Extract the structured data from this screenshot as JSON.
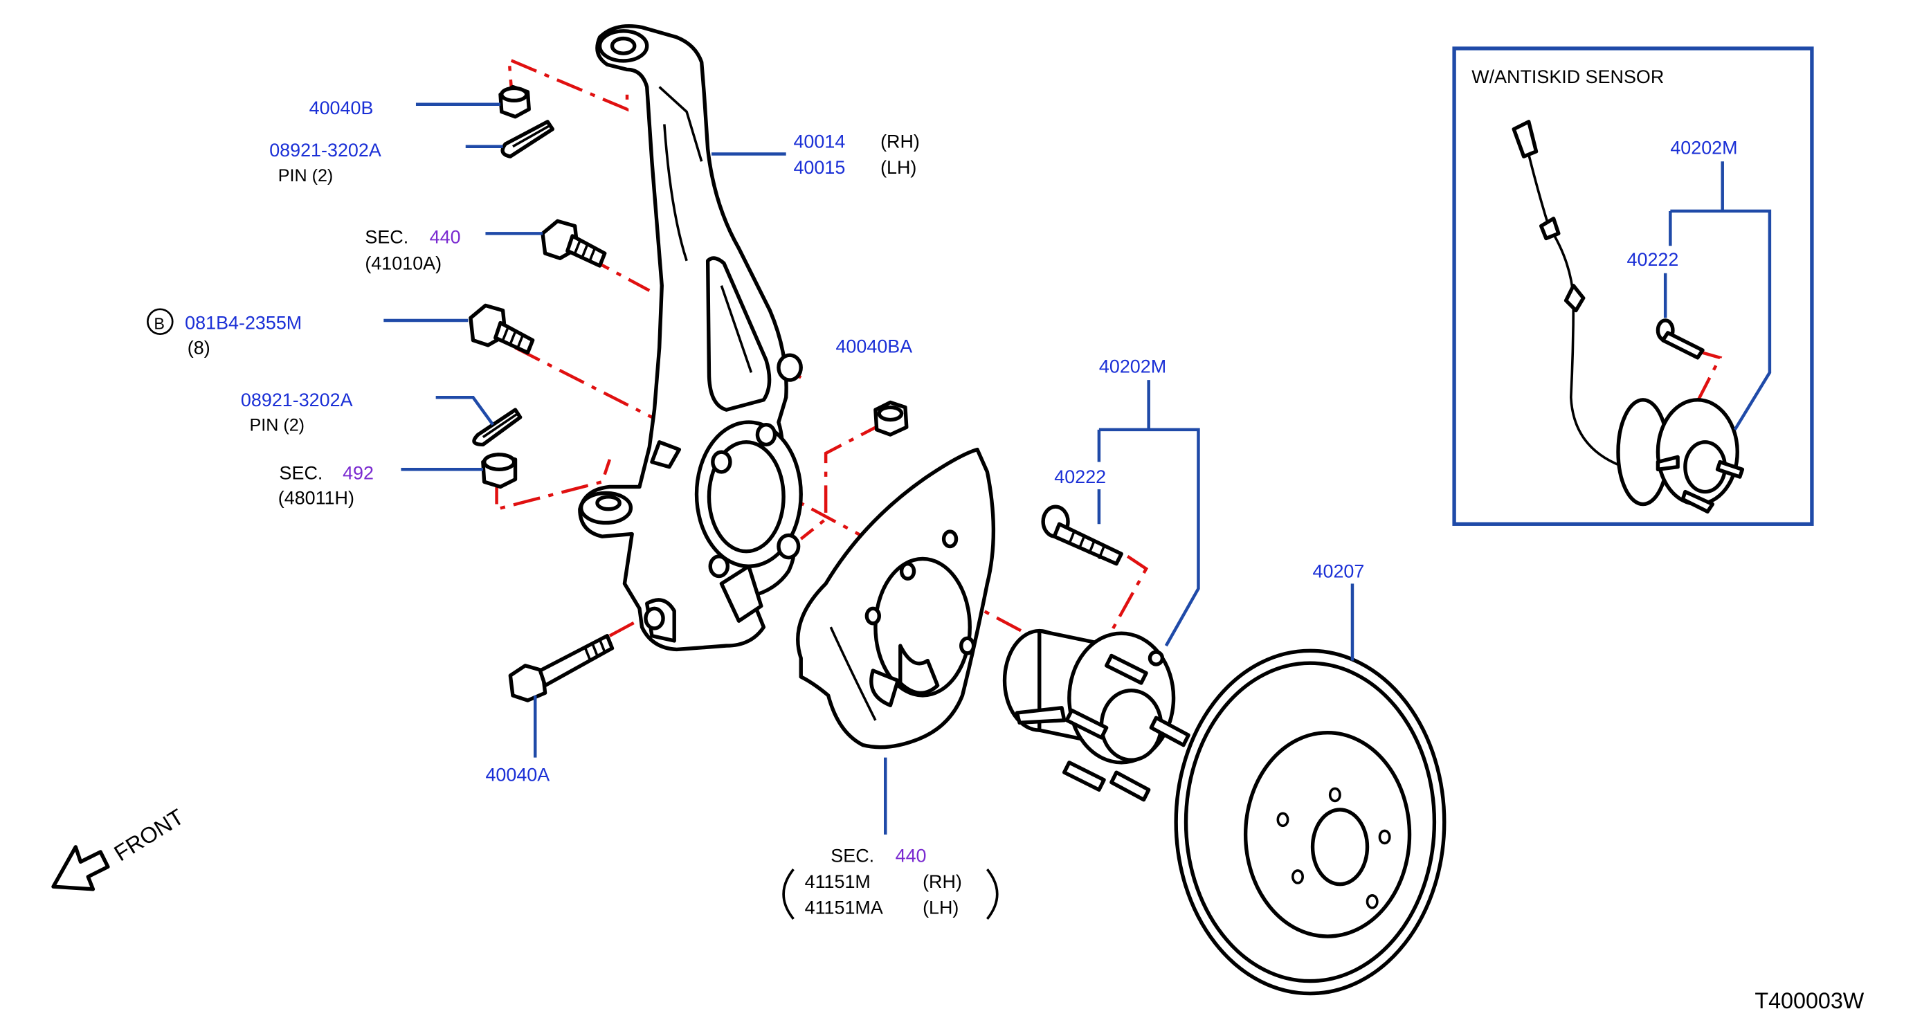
{
  "labels": {
    "nut_40040B": "40040B",
    "pin_08921_top": "08921-3202A",
    "pin_top_qty": "PIN  (2)",
    "knuckle_rh": "40014",
    "knuckle_rh_side": "(RH)",
    "knuckle_lh": "40015",
    "knuckle_lh_side": "(LH)",
    "sec_prefix_1": "SEC.",
    "sec_440_a": "440",
    "part_41010A": "(41010A)",
    "circle_b": "B",
    "bolt_081B4": "081B4-2355M",
    "bolt_081B4_qty": "(8)",
    "pin_08921_lower": "08921-3202A",
    "pin_lower_qty": "PIN  (2)",
    "sec_prefix_2": "SEC.",
    "sec_492": "492",
    "part_48011H": "(48011H)",
    "nut_40040BA": "40040BA",
    "bolt_40040A": "40040A",
    "hub_40202M": "40202M",
    "stud_40222": "40222",
    "rotor_40207": "40207",
    "sec_prefix_3": "SEC.",
    "sec_440_b": "440",
    "plate_41151M": "41151M",
    "plate_41151M_side": "(RH)",
    "plate_41151MA": "41151MA",
    "plate_41151MA_side": "(LH)",
    "front": "FRONT",
    "inset_title": "W/ANTISKID   SENSOR",
    "inset_hub": "40202M",
    "inset_stud": "40222",
    "drawing_code": "T400003W"
  },
  "colors": {
    "part_number": "#1a2fd6",
    "section_number": "#7a2ad0",
    "leader": "#1f4aa8",
    "center_line": "#e01010",
    "outline": "#000000"
  },
  "icons": {
    "front_arrow": "arrow-down-left-icon"
  }
}
